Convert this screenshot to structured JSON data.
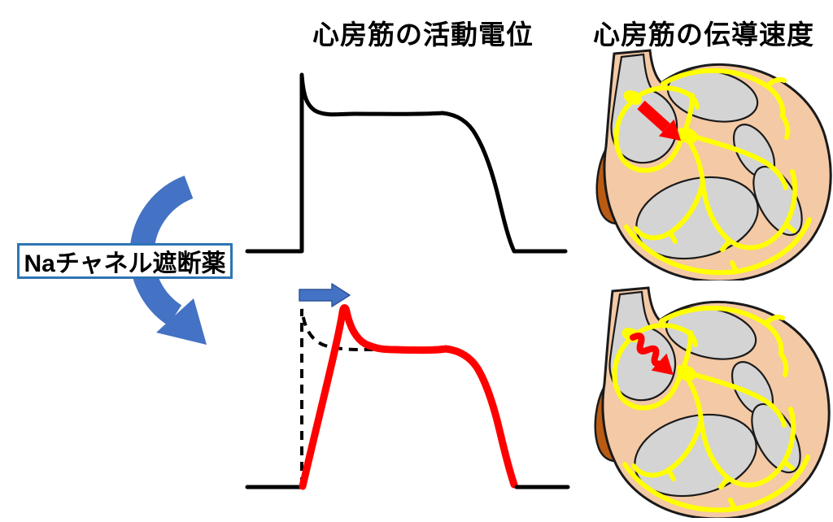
{
  "titles": {
    "action_potential": "心房筋の活動電位",
    "conduction_velocity": "心房筋の伝導速度"
  },
  "drug_box": {
    "label": "Naチャネル遮断薬"
  },
  "arrows": {
    "curved_arrow": "drug-effect-curved-arrow",
    "shift_arrow": "rightward-shift-arrow",
    "top_heart_arrow": "straight-fast-conduction-arrow",
    "bottom_heart_arrow": "wavy-slowed-conduction-arrow"
  },
  "colors": {
    "background": "#FFFFFF",
    "accent_blue": "#4472C4",
    "box_border_blue": "#2E75B6",
    "waveform_black": "#000000",
    "waveform_red": "#FF0000",
    "heart_wall": "#F4C9A5",
    "heart_chamber": "#D4D4D4",
    "conduction_yellow": "#FFFF00",
    "vessel_brown": "#BA5B14",
    "outline_black": "#1A1A1A"
  }
}
